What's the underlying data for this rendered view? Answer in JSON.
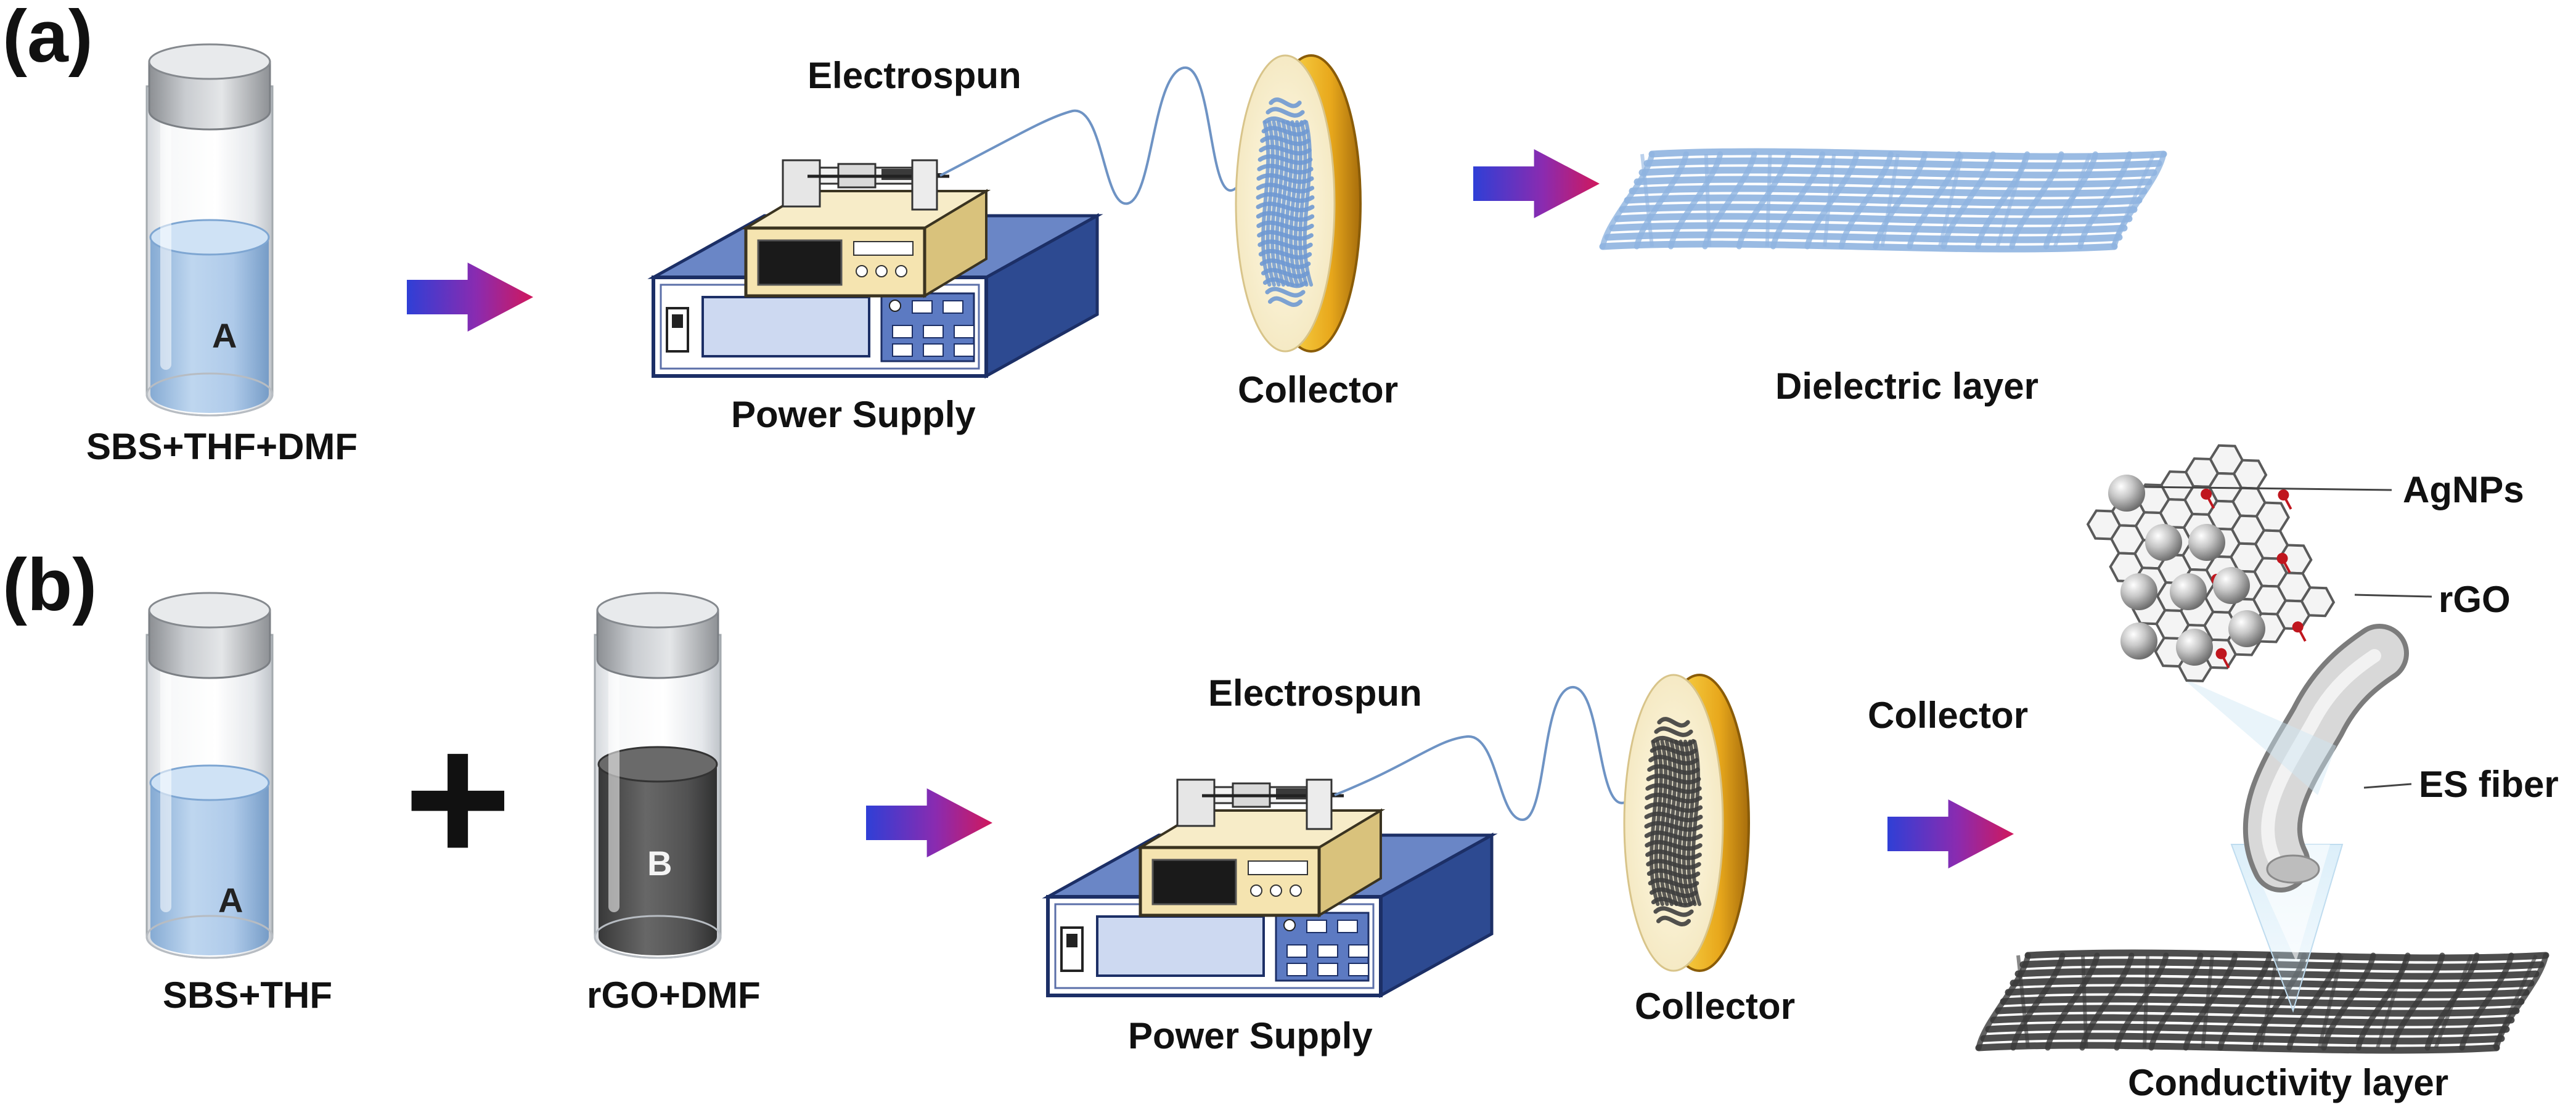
{
  "panels": {
    "a": "(a)",
    "b": "(b)"
  },
  "row_a": {
    "solution_label": "SBS+THF+DMF",
    "bottle_letter": "A",
    "electrospun_label": "Electrospun",
    "power_supply_label": "Power Supply",
    "collector_label": "Collector",
    "output_label": "Dielectric layer"
  },
  "row_b": {
    "solution_a_label": "SBS+THF",
    "bottle_a_letter": "A",
    "plus_sign": "+",
    "solution_b_label": "rGO+DMF",
    "bottle_b_letter": "B",
    "electrospun_label": "Electrospun",
    "power_supply_label": "Power Supply",
    "collector_label": "Collector",
    "collector_label_2": "Collector",
    "agnps_label": "AgNPs",
    "rgo_label": "rGO",
    "es_fiber_label": "ES fiber",
    "output_label": "Conductivity layer"
  },
  "colors": {
    "liquid_a": "#9ec1e6",
    "liquid_b": "#3a3a3a",
    "fiber_blue": "#7ea7d8",
    "fiber_dark": "#3b3b3b",
    "device_blue": "#5073b8",
    "collector_gold": "#e2a21c",
    "arrow_start": "#2f3fd6",
    "arrow_end": "#d1185c",
    "agnp": "#b5b5b5",
    "rgo_dot": "#c0161e"
  }
}
